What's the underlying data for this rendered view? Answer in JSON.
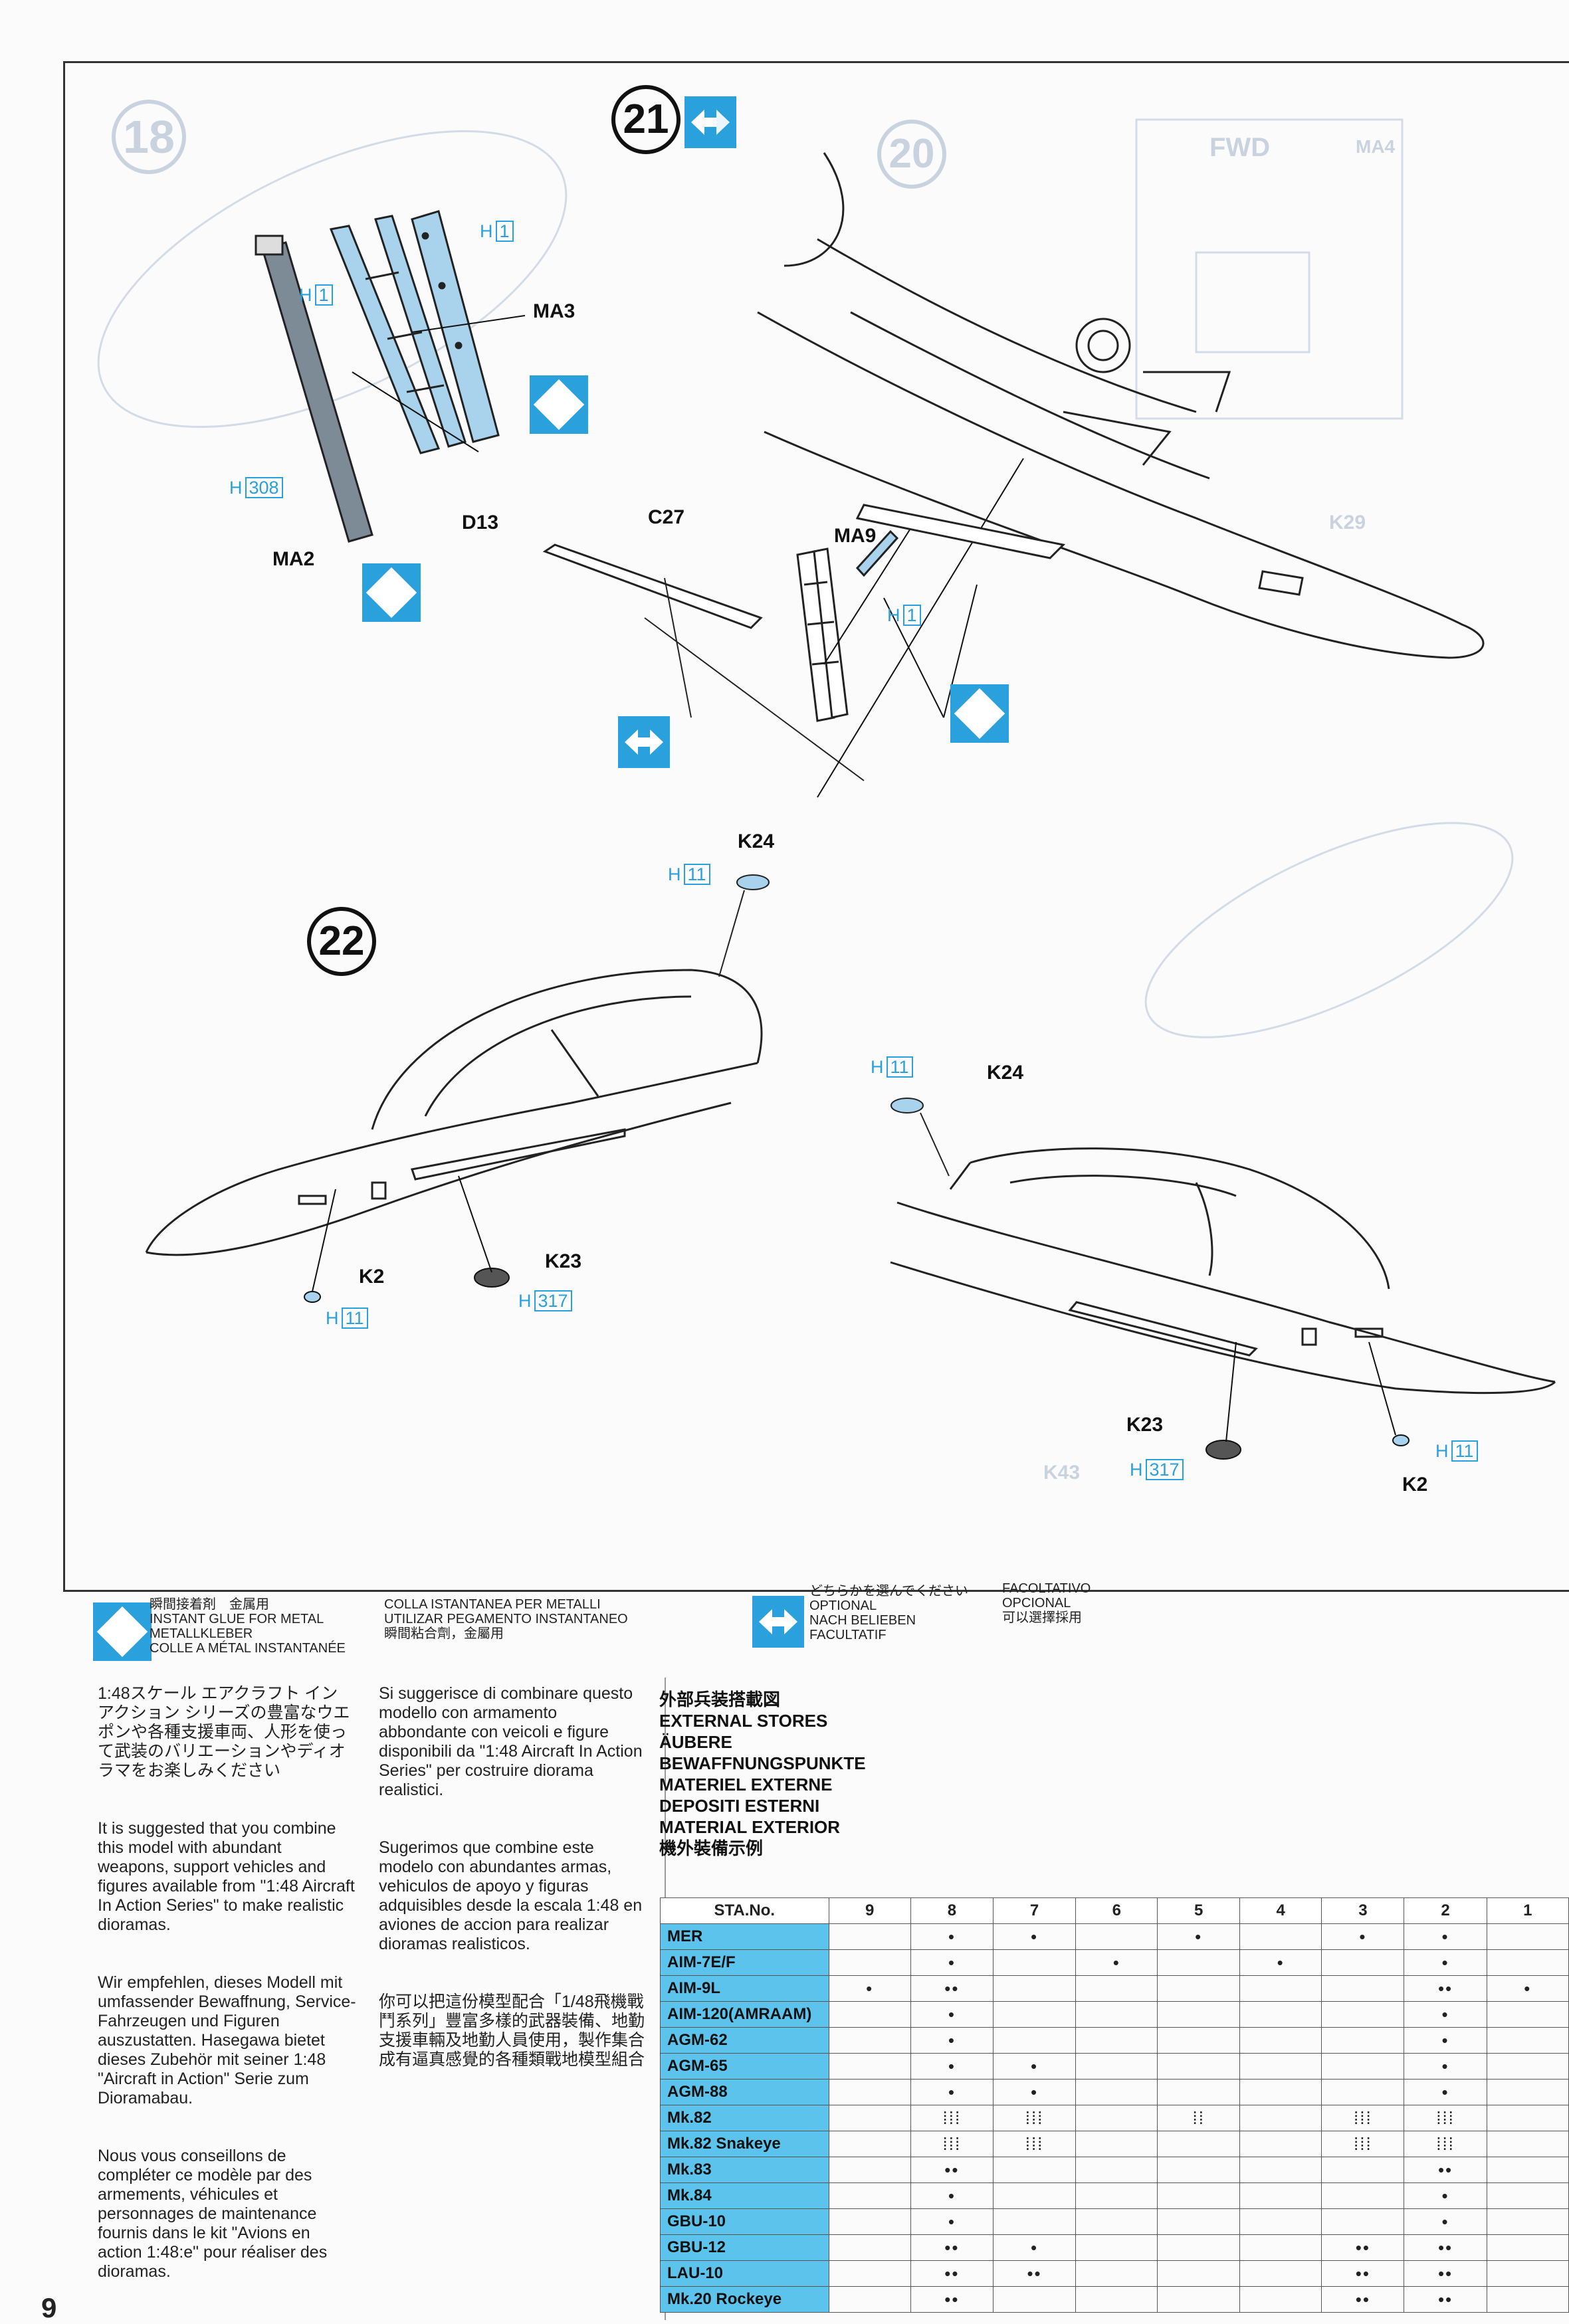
{
  "page_number": "9",
  "steps": {
    "step21": "21",
    "step22": "22"
  },
  "part_labels": {
    "h1_top": "1",
    "h1_mid": "1",
    "ma3": "MA3",
    "h308": "308",
    "ma2": "MA2",
    "d13": "D13",
    "c27": "C27",
    "ma9": "MA9",
    "h1_ma9": "1",
    "k24_a": "K24",
    "h11_a": "11",
    "k24_b": "K24",
    "h11_b": "11",
    "k2_a": "K2",
    "h11_c": "11",
    "k23_a": "K23",
    "h317_a": "317",
    "k23_b": "K23",
    "h317_b": "317",
    "k2_b": "K2",
    "h11_d": "11",
    "h_prefix": "H"
  },
  "ghost_labels": {
    "s18": "18",
    "s20": "20",
    "fwd": "FWD",
    "ma4": "MA4",
    "k29": "K29",
    "k43": "K43"
  },
  "legend": {
    "glue_jp": "瞬間接着剤　金属用",
    "glue_en": "INSTANT GLUE FOR METAL",
    "glue_de": "METALLKLEBER",
    "glue_fr": "COLLE A MÉTAL INSTANTANÉE",
    "glue_it": "COLLA ISTANTANEA PER METALLI",
    "glue_es": "UTILIZAR PEGAMENTO INSTANTANEO",
    "glue_cn": "瞬間粘合劑，金屬用",
    "opt_jp": "どちらかを選んでください",
    "opt_en": "OPTIONAL",
    "opt_de": "NACH BELIEBEN",
    "opt_fr": "FACULTATIF",
    "opt_it": "FACOLTATIVO",
    "opt_es": "OPCIONAL",
    "opt_cn": "可以選擇採用"
  },
  "text_col1": {
    "jp": "1:48スケール エアクラフト イン アクション シリーズの豊富なウエポンや各種支援車両、人形を使って武装のバリエーションやディオラマをお楽しみください",
    "en": "It is suggested that you combine this model with abundant weapons, support vehicles and figures available from \"1:48 Aircraft In Action Series\" to make realistic dioramas.",
    "de": "Wir empfehlen, dieses Modell mit umfassender Bewaffnung, Service-Fahrzeugen und Figuren auszustatten. Hasegawa bietet dieses Zubehör mit seiner 1:48 \"Aircraft in Action\" Serie zum Dioramabau.",
    "fr": "Nous vous conseillons de compléter ce modèle par des armements, véhicules et personnages de maintenance fournis dans le kit \"Avions en action 1:48:e\" pour réaliser des dioramas."
  },
  "text_col2": {
    "it": "Si suggerisce di combinare questo modello con armamento abbondante con veicoli e figure disponibili da \"1:48 Aircraft In Action Series\" per costruire diorama realistici.",
    "es": "Sugerimos que combine este modelo con abundantes armas, vehiculos de apoyo y figuras adquisibles desde la escala 1:48 en aviones de accion para realizar dioramas realisticos.",
    "cn": "你可以把這份模型配合「1/48飛機戰鬥系列」豐富多樣的武器裝備、地勤支援車輛及地勤人員使用，製作集合成有逼真感覺的各種類戰地模型組合"
  },
  "external_stores": {
    "title_jp": "外部兵装搭載図",
    "title_en": "EXTERNAL STORES",
    "title_de": "ÄUBERE",
    "title_de2": "BEWAFFNUNGSPUNKTE",
    "title_fr": "MATERIEL EXTERNE",
    "title_it": "DEPOSITI ESTERNI",
    "title_es": "MATERIAL EXTERIOR",
    "title_cn": "機外裝備示例",
    "header_label": "STA.No.",
    "stations": [
      "9",
      "8",
      "7",
      "6",
      "5",
      "4",
      "3",
      "2",
      "1"
    ],
    "rows": [
      {
        "name": "MER",
        "cells": [
          "",
          "•",
          "•",
          "",
          "•",
          "",
          "•",
          "•",
          ""
        ]
      },
      {
        "name": "AIM-7E/F",
        "cells": [
          "",
          "•",
          "",
          "•",
          "",
          "•",
          "",
          "•",
          ""
        ]
      },
      {
        "name": "AIM-9L",
        "cells": [
          "•",
          "••",
          "",
          "",
          "",
          "",
          "",
          "••",
          "•"
        ]
      },
      {
        "name": "AIM-120(AMRAAM)",
        "cells": [
          "",
          "•",
          "",
          "",
          "",
          "",
          "",
          "•",
          ""
        ]
      },
      {
        "name": "AGM-62",
        "cells": [
          "",
          "•",
          "",
          "",
          "",
          "",
          "",
          "•",
          ""
        ]
      },
      {
        "name": "AGM-65",
        "cells": [
          "",
          "•",
          "•",
          "",
          "",
          "",
          "",
          "•",
          ""
        ]
      },
      {
        "name": "AGM-88",
        "cells": [
          "",
          "•",
          "•",
          "",
          "",
          "",
          "",
          "•",
          ""
        ]
      },
      {
        "name": "Mk.82",
        "cells": [
          "",
          "⁞⁞⁞",
          "⁞⁞⁞",
          "",
          "⁞⁞",
          "",
          "⁞⁞⁞",
          "⁞⁞⁞",
          ""
        ]
      },
      {
        "name": "Mk.82 Snakeye",
        "cells": [
          "",
          "⁞⁞⁞",
          "⁞⁞⁞",
          "",
          "",
          "",
          "⁞⁞⁞",
          "⁞⁞⁞",
          ""
        ]
      },
      {
        "name": "Mk.83",
        "cells": [
          "",
          "••",
          "",
          "",
          "",
          "",
          "",
          "••",
          ""
        ]
      },
      {
        "name": "Mk.84",
        "cells": [
          "",
          "•",
          "",
          "",
          "",
          "",
          "",
          "•",
          ""
        ]
      },
      {
        "name": "GBU-10",
        "cells": [
          "",
          "•",
          "",
          "",
          "",
          "",
          "",
          "•",
          ""
        ]
      },
      {
        "name": "GBU-12",
        "cells": [
          "",
          "••",
          "•",
          "",
          "",
          "",
          "••",
          "••",
          ""
        ]
      },
      {
        "name": "LAU-10",
        "cells": [
          "",
          "••",
          "••",
          "",
          "",
          "",
          "••",
          "••",
          ""
        ]
      },
      {
        "name": "Mk.20 Rockeye",
        "cells": [
          "",
          "••",
          "",
          "",
          "",
          "",
          "••",
          "••",
          ""
        ]
      }
    ]
  },
  "colors": {
    "accent_blue": "#2aa0dd",
    "table_blue": "#5cc4ec",
    "part_blue": "#a9d3ec"
  }
}
